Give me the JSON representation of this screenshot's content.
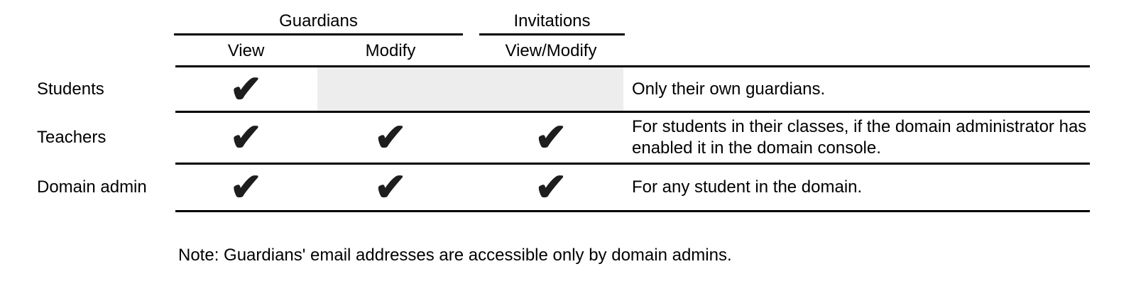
{
  "header": {
    "groups": [
      {
        "label": "Guardians"
      },
      {
        "label": "Invitations"
      }
    ],
    "columns": [
      {
        "label": "View"
      },
      {
        "label": "Modify"
      },
      {
        "label": "View/Modify"
      }
    ]
  },
  "check_glyph": "✔",
  "rows": [
    {
      "role": "Students",
      "view": "✔",
      "modify": "",
      "invitations": "",
      "description": "Only their own guardians."
    },
    {
      "role": "Teachers",
      "view": "✔",
      "modify": "✔",
      "invitations": "✔",
      "description": "For students in their classes, if the domain administrator has enabled it in the domain console."
    },
    {
      "role": "Domain admin",
      "view": "✔",
      "modify": "✔",
      "invitations": "✔",
      "description": "For any student in the domain."
    }
  ],
  "note": "Note: Guardians' email addresses are accessible only by domain admins.",
  "colors": {
    "text": "#000000",
    "rule": "#000000",
    "disabled_cell_bg": "#ededed",
    "checkmark": "#1d1d1d"
  }
}
